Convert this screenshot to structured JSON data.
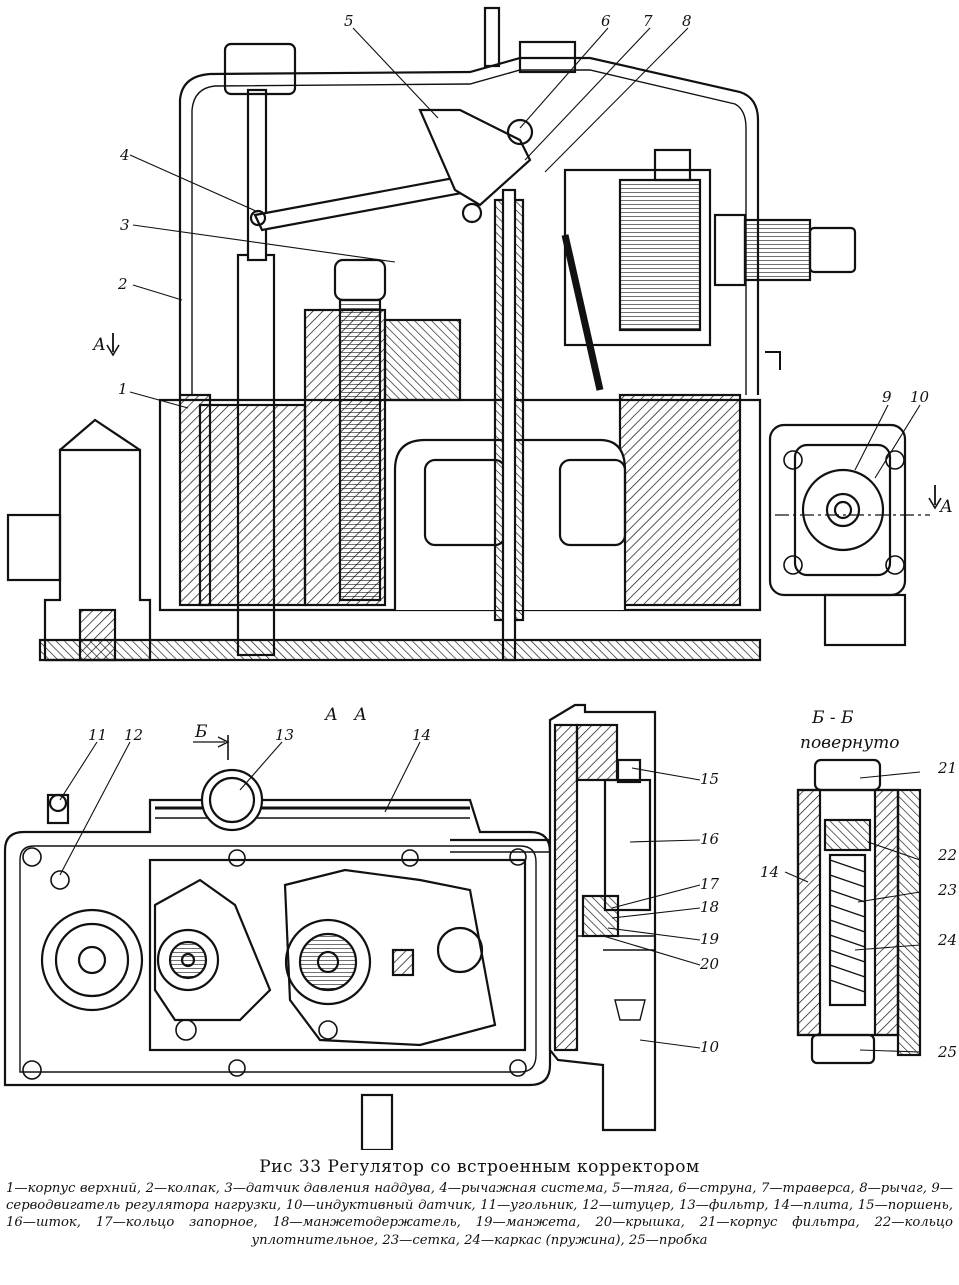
{
  "callouts": {
    "top": [
      "1",
      "2",
      "3",
      "4",
      "5",
      "6",
      "7",
      "8",
      "9",
      "10"
    ],
    "bottom": [
      "11",
      "12",
      "13",
      "14",
      "15",
      "16",
      "17",
      "18",
      "19",
      "20",
      "10"
    ],
    "detail": [
      "21",
      "22",
      "23",
      "24",
      "25",
      "14"
    ]
  },
  "section_marks": {
    "a_left": "А",
    "a_right": "А",
    "aa": "А   А",
    "b": "Б",
    "bb": "Б - Б",
    "rotated": "повернуто"
  },
  "caption": {
    "title": "Рис 33 Регулятор со встроенным корректором",
    "legend": "1—корпус верхний, 2—колпак, 3—датчик давления наддува, 4—рычажная система, 5—тяга, 6—струна, 7—траверса, 8—рычаг, 9—серводвигатель регулятора нагрузки, 10—индуктивный датчик, 11—угольник, 12—штуцер, 13—фильтр, 14—плита, 15—поршень, 16—шток, 17—кольцо запорное, 18—манжетодержатель, 19—манжета, 20—крышка, 21—корпус фильтра, 22—кольцо уплотнительное, 23—сетка, 24—каркас (пружина), 25—пробка"
  }
}
